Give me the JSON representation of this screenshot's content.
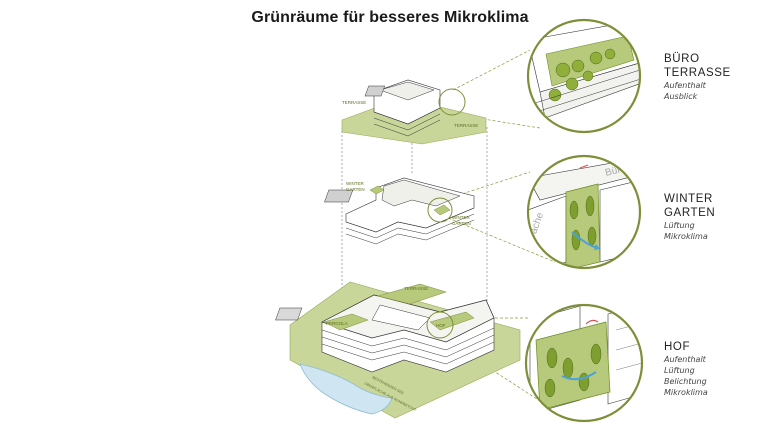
{
  "title": "Grünräume für besseres Mikroklima",
  "panels": [
    {
      "heading_1": "BÜRO",
      "heading_2": "TERRASSE",
      "details": [
        "Aufenthalt",
        "Ausblick"
      ]
    },
    {
      "heading_1": "WINTER",
      "heading_2": "GARTEN",
      "details": [
        "Lüftung",
        "Mikroklima"
      ]
    },
    {
      "heading_1": "HOF",
      "heading_2": "",
      "details": [
        "Aufenthalt",
        "Lüftung",
        "Belichtung",
        "Mikroklima"
      ]
    }
  ],
  "plan_labels": {
    "terrasse_top_left": "TERRASSE",
    "terrasse_top_right": "TERRASSE",
    "wintergarten_left_1": "WINTER",
    "wintergarten_left_2": "GARTEN",
    "wintergarten_right_1": "WINTER",
    "wintergarten_right_2": "GARTEN",
    "terrasse_base": "TERRASSE",
    "pergola": "PERGOLA",
    "hof": "HOF",
    "lake_note_1": "BESTEHENDER SEE",
    "lake_note_2": "OBERFLÄCHE AUS RUNDBETONT"
  },
  "detail_snippets": {
    "buero": "Büro",
    "ache": "ache"
  },
  "colors": {
    "green_main": "#b7c97a",
    "green_dark": "#6b8e23",
    "green_light": "#d8e3a8",
    "circle_stroke": "#7e8f3a",
    "water": "#cfe6f2",
    "water_line": "#8fbcd6",
    "line": "#333333",
    "accent_red": "#d9534f",
    "arrow_blue": "#4aa3d8"
  }
}
